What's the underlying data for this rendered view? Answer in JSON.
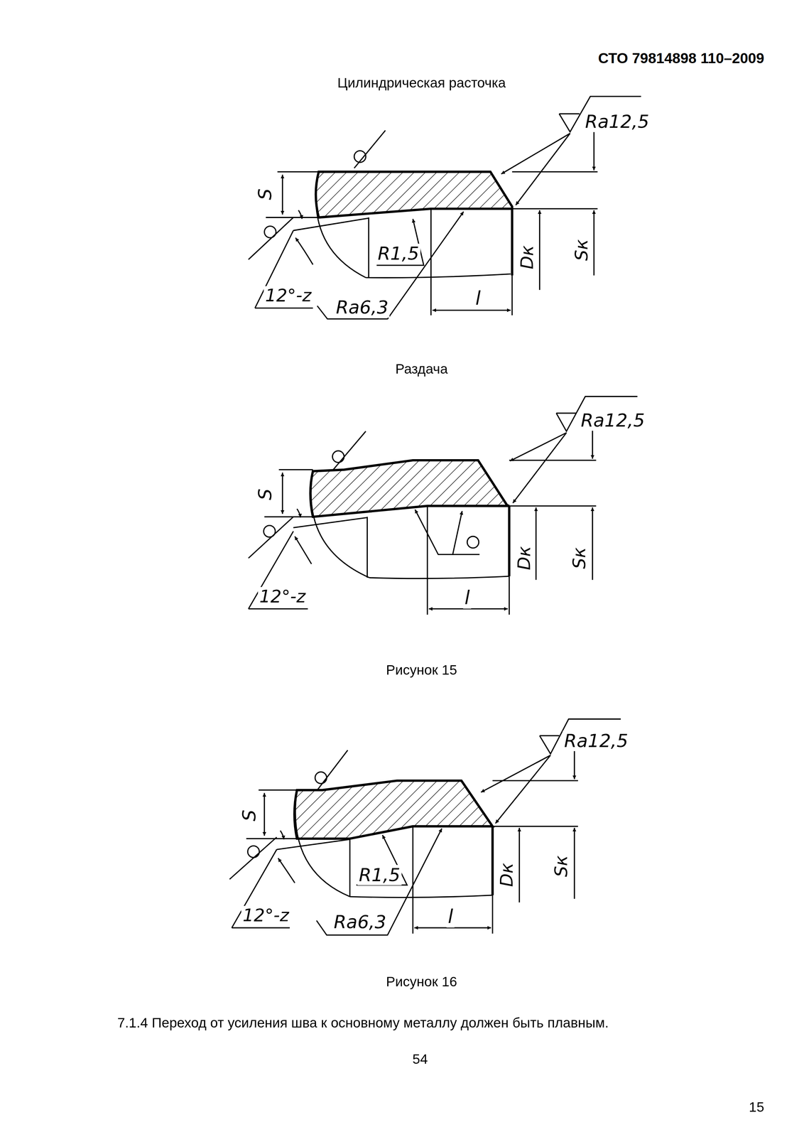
{
  "diagram": {
    "labels": [
      "СТО 79814898 110–2009",
      "Цилиндрическая расточка",
      "Ra12,5",
      "S",
      "R1,5",
      "Dк",
      "Sк",
      "12°-z",
      "Ra6,3",
      "l",
      "Раздача",
      "Ra12,5",
      "S",
      "Dк",
      "Sк",
      "12°-z",
      "l",
      "Рисунок 15",
      "Ra12,5",
      "S",
      "R1,5",
      "Dк",
      "Sк",
      "12°-z",
      "Ra6,3",
      "l",
      "Рисунок 16",
      "7.1.4 Переход от усиления шва к основному металлу должен быть плавным.",
      "54",
      "15"
    ]
  }
}
